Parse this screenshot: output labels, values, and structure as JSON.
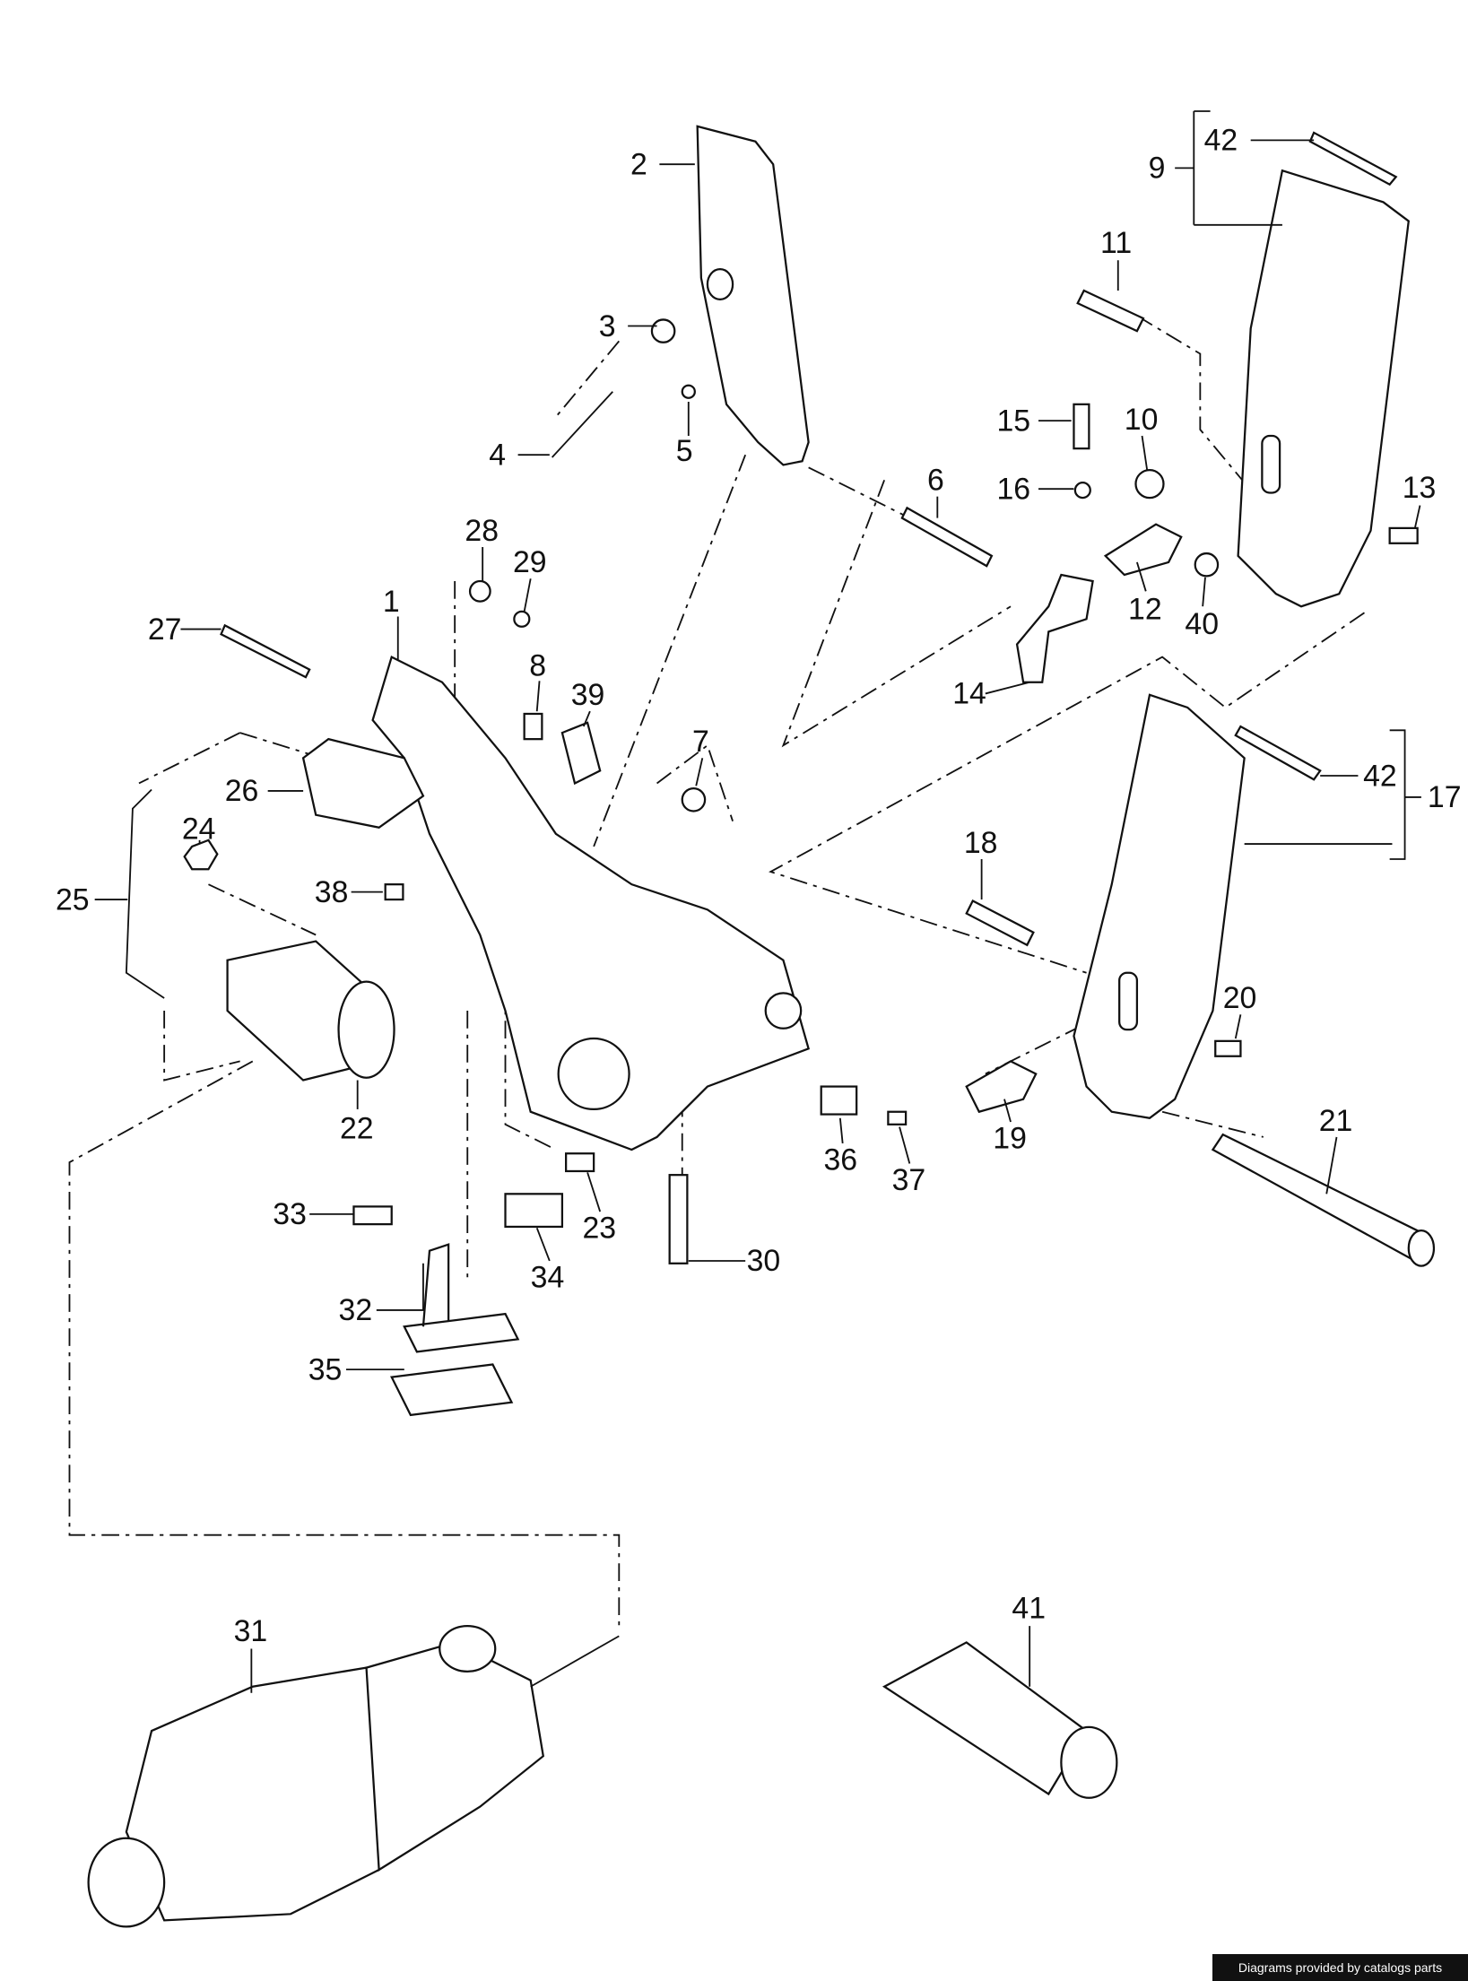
{
  "labels": {
    "p1": "1",
    "p2": "2",
    "p3": "3",
    "p4": "4",
    "p5": "5",
    "p6": "6",
    "p7": "7",
    "p8": "8",
    "p9": "9",
    "p10": "10",
    "p11": "11",
    "p12": "12",
    "p13": "13",
    "p14": "14",
    "p15": "15",
    "p16": "16",
    "p17": "17",
    "p18": "18",
    "p19": "19",
    "p20": "20",
    "p21": "21",
    "p22": "22",
    "p23": "23",
    "p24": "24",
    "p25": "25",
    "p26": "26",
    "p27": "27",
    "p28": "28",
    "p29": "29",
    "p30": "30",
    "p31": "31",
    "p32": "32",
    "p33": "33",
    "p34": "34",
    "p35": "35",
    "p36": "36",
    "p37": "37",
    "p38": "38",
    "p39": "39",
    "p40": "40",
    "p41": "41",
    "p42a": "42",
    "p42b": "42"
  },
  "credit": "Diagrams provided by catalogs parts"
}
